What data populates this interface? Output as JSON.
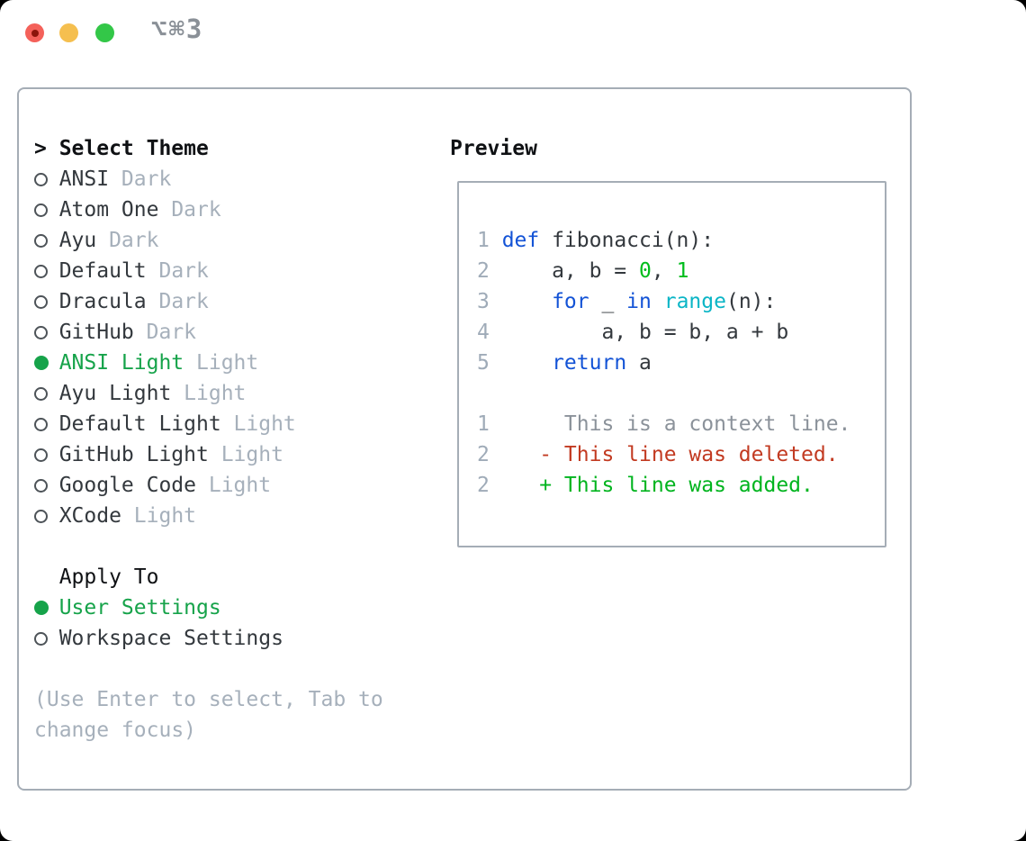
{
  "window": {
    "shortcut_label": "⌥⌘3",
    "traffic_lights": [
      "close",
      "minimize",
      "zoom"
    ]
  },
  "colors": {
    "selection_green": "#16a34a",
    "keyword_blue": "#1353d6",
    "function_cyan": "#0ab5c6",
    "number_green": "#00bd1c",
    "diff_red": "#c23a21",
    "diff_green": "#00b41e",
    "muted_gray": "#a6b0bb",
    "panel_border": "#a5adb6"
  },
  "theme_list": {
    "caret": ">",
    "title": "Select Theme",
    "items": [
      {
        "name": "ANSI",
        "tag": "Dark",
        "selected": false
      },
      {
        "name": "Atom One",
        "tag": "Dark",
        "selected": false
      },
      {
        "name": "Ayu",
        "tag": "Dark",
        "selected": false
      },
      {
        "name": "Default",
        "tag": "Dark",
        "selected": false
      },
      {
        "name": "Dracula",
        "tag": "Dark",
        "selected": false
      },
      {
        "name": "GitHub",
        "tag": "Dark",
        "selected": false
      },
      {
        "name": "ANSI Light",
        "tag": "Light",
        "selected": true
      },
      {
        "name": "Ayu Light",
        "tag": "Light",
        "selected": false
      },
      {
        "name": "Default Light",
        "tag": "Light",
        "selected": false
      },
      {
        "name": "GitHub Light",
        "tag": "Light",
        "selected": false
      },
      {
        "name": "Google Code",
        "tag": "Light",
        "selected": false
      },
      {
        "name": "XCode",
        "tag": "Light",
        "selected": false
      }
    ]
  },
  "apply_to": {
    "title": "Apply To",
    "options": [
      {
        "label": "User Settings",
        "selected": true
      },
      {
        "label": "Workspace Settings",
        "selected": false
      }
    ]
  },
  "hint_text": "(Use Enter to select, Tab to change focus)",
  "preview": {
    "title": "Preview",
    "code_lines": [
      {
        "num": "1",
        "tokens": [
          {
            "t": "def",
            "c": "kw"
          },
          {
            "t": " fibonacci(n):",
            "c": "plain"
          }
        ]
      },
      {
        "num": "2",
        "tokens": [
          {
            "t": "    a, b = ",
            "c": "plain"
          },
          {
            "t": "0",
            "c": "num"
          },
          {
            "t": ", ",
            "c": "plain"
          },
          {
            "t": "1",
            "c": "num"
          }
        ]
      },
      {
        "num": "3",
        "tokens": [
          {
            "t": "    ",
            "c": "plain"
          },
          {
            "t": "for",
            "c": "kw"
          },
          {
            "t": " _ ",
            "c": "plain"
          },
          {
            "t": "in",
            "c": "kw"
          },
          {
            "t": " ",
            "c": "plain"
          },
          {
            "t": "range",
            "c": "fn"
          },
          {
            "t": "(n):",
            "c": "plain"
          }
        ]
      },
      {
        "num": "4",
        "tokens": [
          {
            "t": "        a, b = b, a + b",
            "c": "plain"
          }
        ]
      },
      {
        "num": "5",
        "tokens": [
          {
            "t": "    ",
            "c": "plain"
          },
          {
            "t": "return",
            "c": "kw"
          },
          {
            "t": " a",
            "c": "plain"
          }
        ]
      }
    ],
    "diff_lines": [
      {
        "num": "1",
        "tokens": [
          {
            "t": "     This is a context line.",
            "c": "ctx"
          }
        ]
      },
      {
        "num": "2",
        "tokens": [
          {
            "t": "   - This line was deleted.",
            "c": "del"
          }
        ]
      },
      {
        "num": "2",
        "tokens": [
          {
            "t": "   + This line was added.",
            "c": "add"
          }
        ]
      }
    ]
  }
}
